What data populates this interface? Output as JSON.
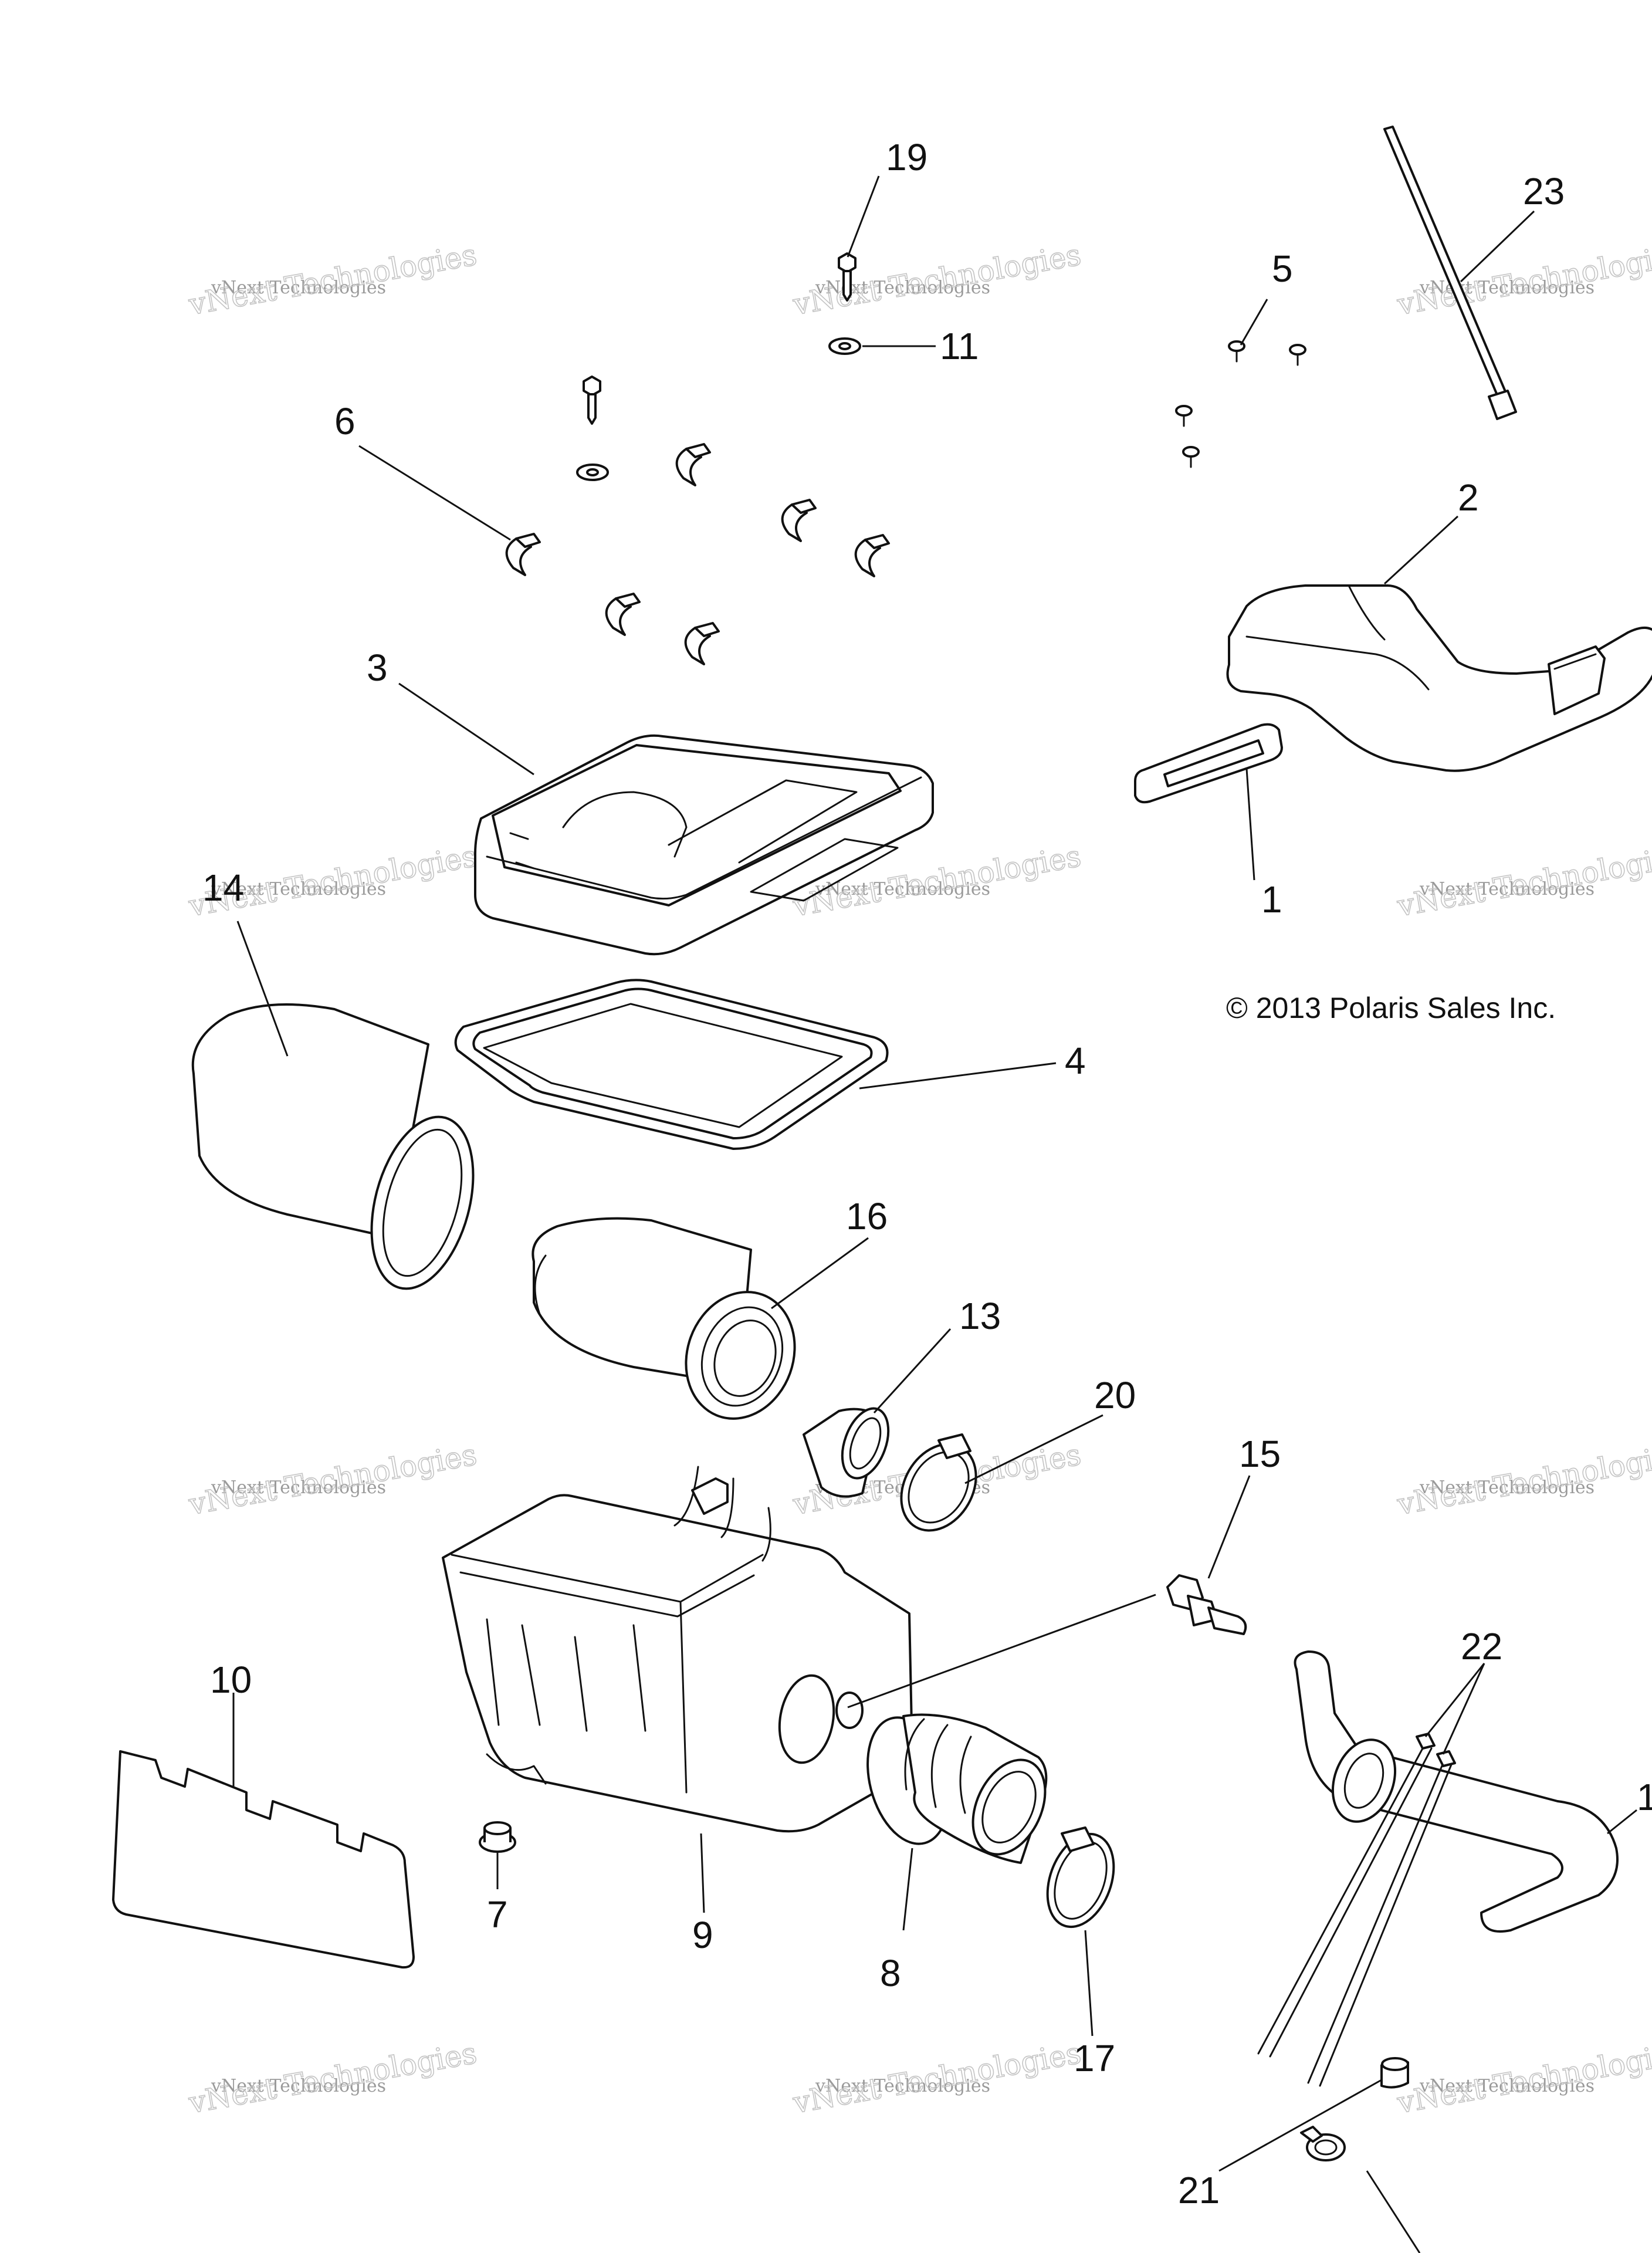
{
  "copyright": "© 2013 Polaris Sales Inc.",
  "watermark": {
    "line1": "vNext Technologies",
    "line2": "vNext Technologies"
  },
  "callouts": {
    "n1a": "1",
    "n1b": "1",
    "n2": "2",
    "n3": "3",
    "n4": "4",
    "n5": "5",
    "n6": "6",
    "n7": "7",
    "n8": "8",
    "n9": "9",
    "n10": "10",
    "n11": "11",
    "n13": "13",
    "n14": "14",
    "n15": "15",
    "n16": "16",
    "n17": "17",
    "n19": "19",
    "n20": "20",
    "n21": "21",
    "n22": "22",
    "n23": "23"
  }
}
